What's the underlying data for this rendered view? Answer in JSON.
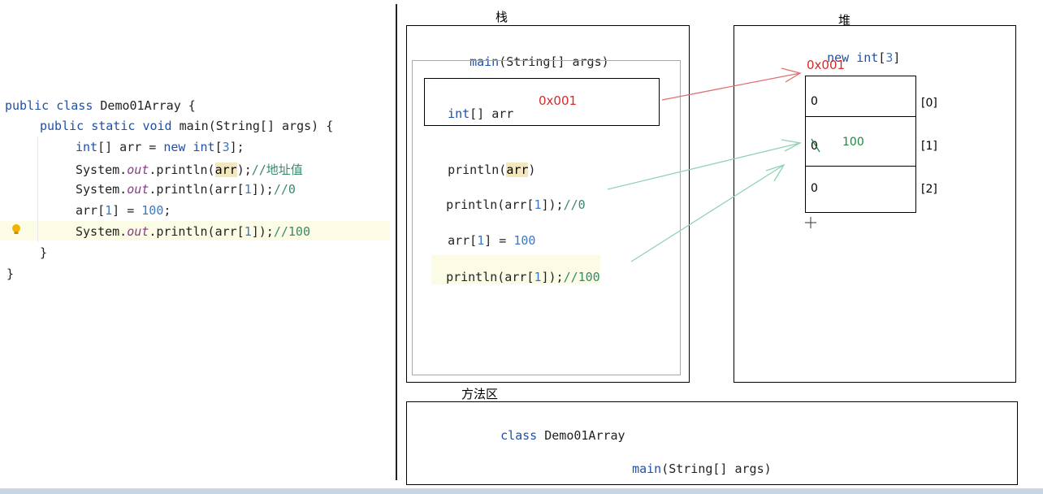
{
  "code": {
    "lines": [
      {
        "parts": [
          {
            "t": "public ",
            "c": "kw"
          },
          {
            "t": "class ",
            "c": "kw"
          },
          {
            "t": "Demo01Array {",
            "c": "txt"
          }
        ]
      },
      {
        "parts": [
          {
            "t": "public ",
            "c": "kw"
          },
          {
            "t": "static ",
            "c": "kw"
          },
          {
            "t": "void ",
            "c": "kw"
          },
          {
            "t": "main(String[] args) {",
            "c": "txt"
          }
        ]
      },
      {
        "parts": [
          {
            "t": "int",
            "c": "kw"
          },
          {
            "t": "[] arr = ",
            "c": "txt"
          },
          {
            "t": "new ",
            "c": "kw"
          },
          {
            "t": "int",
            "c": "kw"
          },
          {
            "t": "[",
            "c": "txt"
          },
          {
            "t": "3",
            "c": "num"
          },
          {
            "t": "];",
            "c": "txt"
          }
        ]
      },
      {
        "parts": [
          {
            "t": "System.",
            "c": "txt"
          },
          {
            "t": "out",
            "c": "out"
          },
          {
            "t": ".println(",
            "c": "txt"
          },
          {
            "t": "arr",
            "c": "hl"
          },
          {
            "t": ");",
            "c": "txt"
          },
          {
            "t": "//地址值",
            "c": "cmt"
          }
        ]
      },
      {
        "parts": [
          {
            "t": "System.",
            "c": "txt"
          },
          {
            "t": "out",
            "c": "out"
          },
          {
            "t": ".println(arr[",
            "c": "txt"
          },
          {
            "t": "1",
            "c": "num"
          },
          {
            "t": "]);",
            "c": "txt"
          },
          {
            "t": "//0",
            "c": "cmt"
          }
        ]
      },
      {
        "parts": [
          {
            "t": "arr[",
            "c": "txt"
          },
          {
            "t": "1",
            "c": "num"
          },
          {
            "t": "] = ",
            "c": "txt"
          },
          {
            "t": "100",
            "c": "num"
          },
          {
            "t": ";",
            "c": "txt"
          }
        ]
      },
      {
        "parts": [
          {
            "t": "System.",
            "c": "txt"
          },
          {
            "t": "out",
            "c": "out"
          },
          {
            "t": ".println(arr[",
            "c": "txt"
          },
          {
            "t": "1",
            "c": "num"
          },
          {
            "t": "]);",
            "c": "txt"
          },
          {
            "t": "//100",
            "c": "cmt"
          }
        ]
      },
      {
        "parts": [
          {
            "t": "}",
            "c": "txt"
          }
        ]
      },
      {
        "parts": [
          {
            "t": "}",
            "c": "txt"
          }
        ]
      }
    ]
  },
  "stack": {
    "title": "栈",
    "frame_kw": "main",
    "frame_rest": "(String[] args)",
    "var_kw": "int",
    "var_rest": "[] arr",
    "var_addr": "0x001",
    "s1_pre": "println(",
    "s1_hl": "arr",
    "s1_post": ")",
    "s2_pre": "println(arr[",
    "s2_idx": "1",
    "s2_post": "]);",
    "s2_cmt": "//0",
    "s3_pre": "arr[",
    "s3_idx": "1",
    "s3_mid": "] = ",
    "s3_val": "100",
    "s4_pre": "println(arr[",
    "s4_idx": "1",
    "s4_post": "]);",
    "s4_cmt": "//100"
  },
  "heap": {
    "title": "堆",
    "new_kw": "new",
    "new_type": "int",
    "new_open": "[",
    "new_len": "3",
    "new_close": "]",
    "addr": "0x001",
    "cells": [
      {
        "value": "0",
        "index": "[0]"
      },
      {
        "value": "0",
        "index": "[1]",
        "new_value": "100"
      },
      {
        "value": "0",
        "index": "[2]"
      }
    ]
  },
  "method_area": {
    "title": "方法区",
    "class_kw": "class",
    "class_name": " Demo01Array",
    "main_kw": "main",
    "main_rest": "(String[] args)"
  },
  "colors": {
    "keyword": "#1f4fa8",
    "address_red": "#d42a2a",
    "value_green": "#1a8a3a",
    "arrow_red": "#e07070",
    "arrow_green": "#8fd3b0"
  }
}
